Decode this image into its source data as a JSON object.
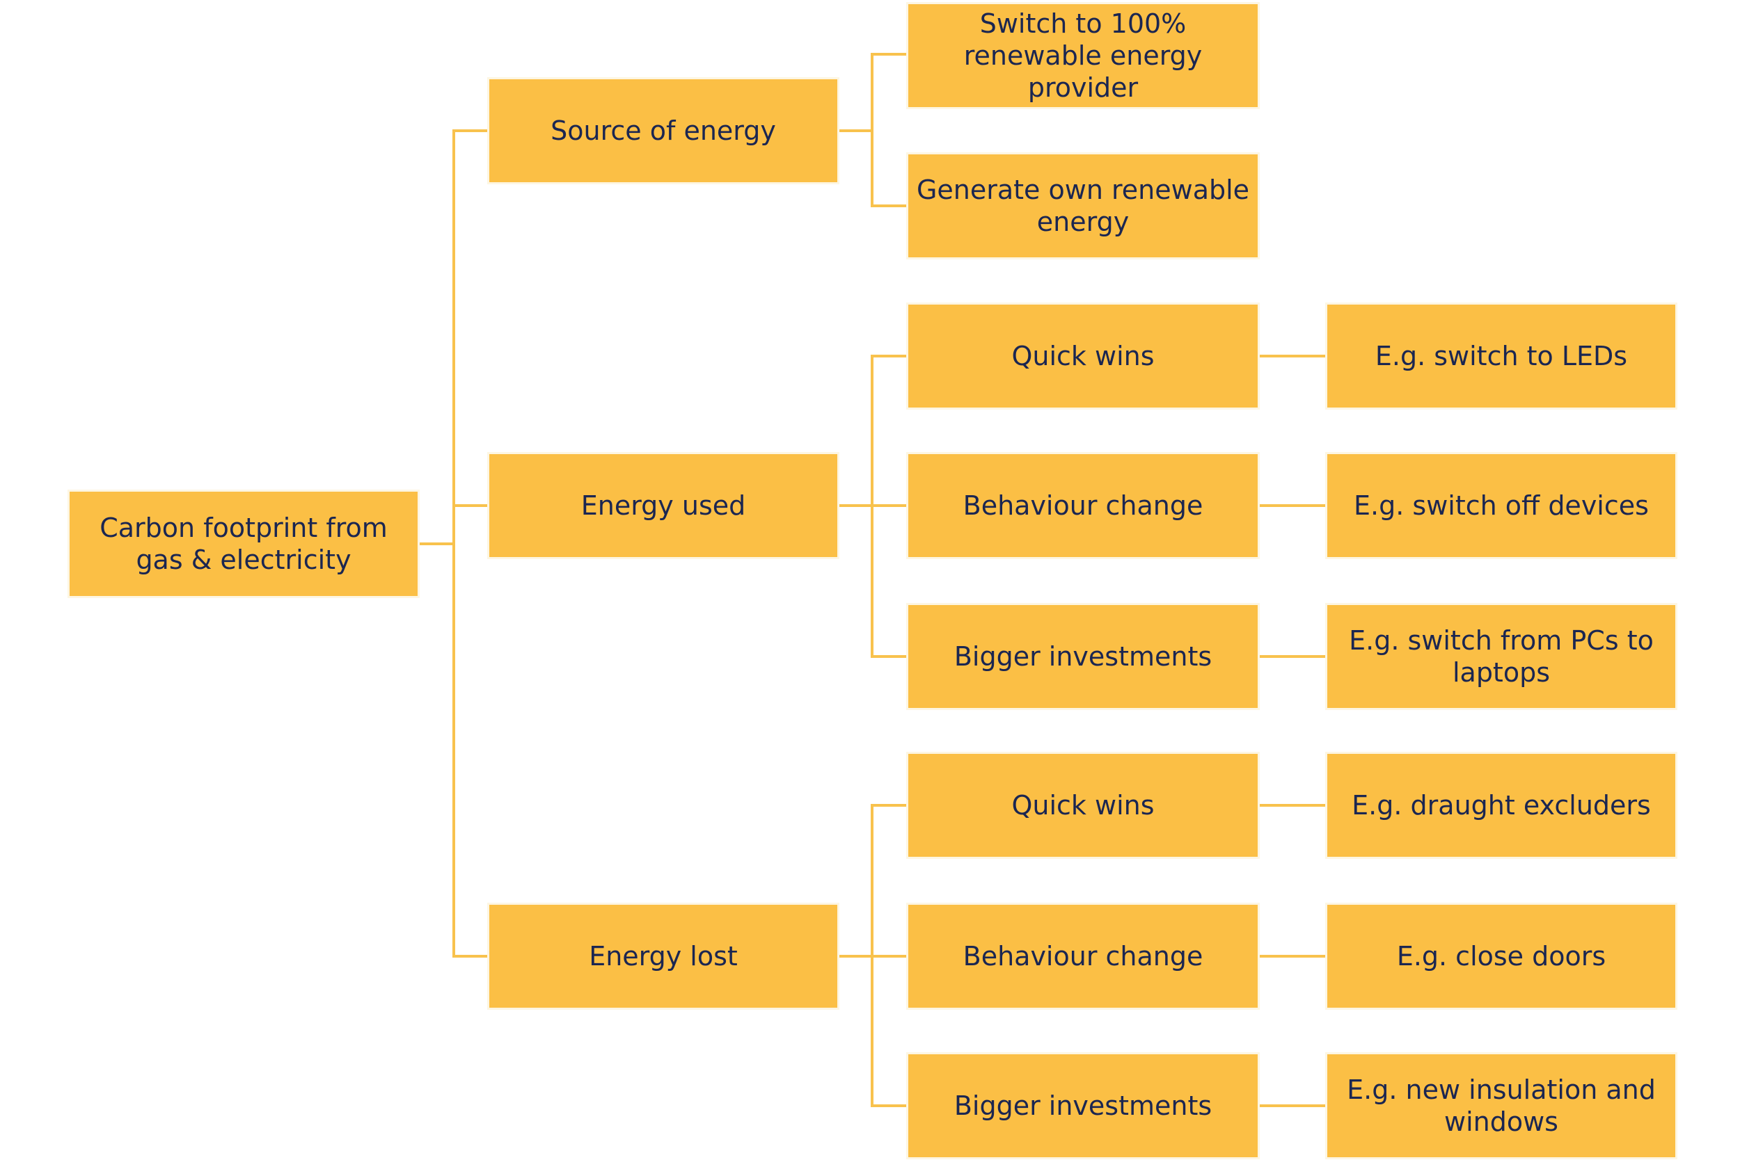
{
  "diagram": {
    "root": {
      "label": "Carbon footprint from gas & electricity"
    },
    "branches": [
      {
        "label": "Source of energy",
        "children": [
          {
            "label": "Switch to 100% renewable energy provider"
          },
          {
            "label": "Generate own renewable energy"
          }
        ]
      },
      {
        "label": "Energy used",
        "children": [
          {
            "label": "Quick wins",
            "example": "E.g. switch to LEDs"
          },
          {
            "label": "Behaviour change",
            "example": "E.g. switch off devices"
          },
          {
            "label": "Bigger investments",
            "example": "E.g. switch from PCs to laptops"
          }
        ]
      },
      {
        "label": "Energy lost",
        "children": [
          {
            "label": "Quick wins",
            "example": "E.g. draught excluders"
          },
          {
            "label": "Behaviour change",
            "example": "E.g. close doors"
          },
          {
            "label": "Bigger investments",
            "example": "E.g. new insulation and windows"
          }
        ]
      }
    ],
    "colors": {
      "box_fill": "#fbbf45",
      "box_text": "#1b2651",
      "connector": "#f8c24d"
    }
  }
}
